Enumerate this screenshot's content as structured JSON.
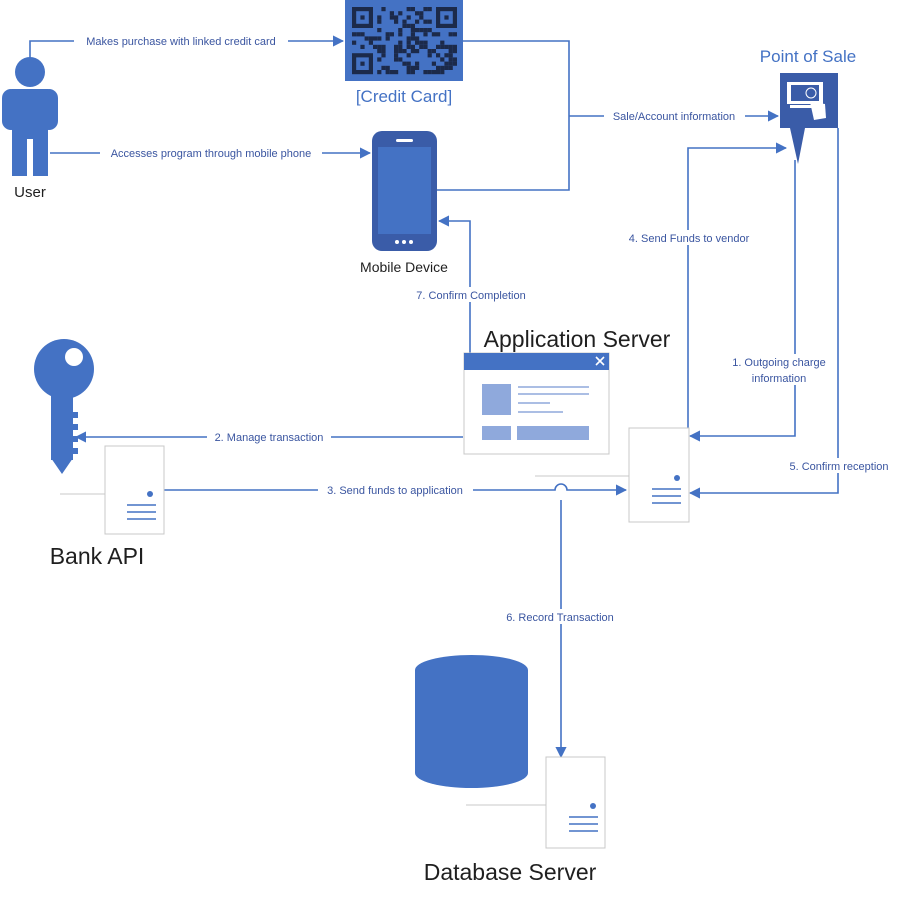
{
  "nodes": {
    "user": "User",
    "credit_card": "[Credit Card]",
    "mobile_device": "Mobile Device",
    "point_of_sale": "Point of Sale",
    "application_server": "Application Server",
    "bank_api": "Bank API",
    "database_server": "Database Server"
  },
  "edges": {
    "purchase": "Makes purchase with linked credit card",
    "access": "Accesses program through mobile phone",
    "sale_info": "Sale/Account information",
    "send_funds_vendor": "4. Send Funds to vendor",
    "confirm_completion": "7. Confirm Completion",
    "outgoing_charge_1": "1. Outgoing charge",
    "outgoing_charge_2": "information",
    "manage_transaction": "2. Manage transaction",
    "send_funds_app": "3. Send funds to application",
    "confirm_reception": "5. Confirm reception",
    "record_transaction": "6. Record Transaction"
  },
  "colors": {
    "primary": "#4472c4",
    "dark": "#3a5ca8",
    "text_label": "#3a55a0",
    "gray_border": "#c8c8c8"
  },
  "icons": [
    "person-icon",
    "qr-code-icon",
    "mobile-phone-icon",
    "point-of-sale-icon",
    "app-window-icon",
    "key-icon",
    "server-icon",
    "database-cylinder-icon"
  ]
}
